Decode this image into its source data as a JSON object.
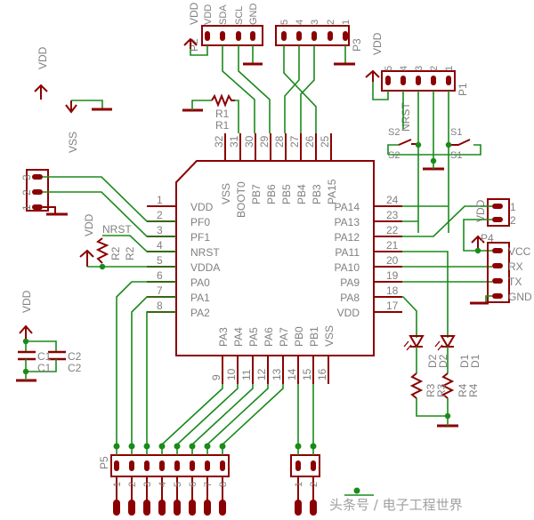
{
  "diagram": {
    "type": "schematic",
    "colors": {
      "part": "#8b0000",
      "wire": "#1a8a1a",
      "label": "#808080",
      "background": "#ffffff"
    },
    "ic": {
      "left_pins": [
        {
          "num": "1",
          "name": "VDD"
        },
        {
          "num": "2",
          "name": "PF0"
        },
        {
          "num": "3",
          "name": "PF1"
        },
        {
          "num": "4",
          "name": "NRST"
        },
        {
          "num": "5",
          "name": "VDDA"
        },
        {
          "num": "6",
          "name": "PA0"
        },
        {
          "num": "7",
          "name": "PA1"
        },
        {
          "num": "8",
          "name": "PA2"
        }
      ],
      "bottom_pins": [
        {
          "num": "9",
          "name": "PA3"
        },
        {
          "num": "10",
          "name": "PA4"
        },
        {
          "num": "11",
          "name": "PA5"
        },
        {
          "num": "12",
          "name": "PA6"
        },
        {
          "num": "13",
          "name": "PA7"
        },
        {
          "num": "14",
          "name": "PB0"
        },
        {
          "num": "15",
          "name": "PB1"
        },
        {
          "num": "16",
          "name": "VSS"
        }
      ],
      "right_pins": [
        {
          "num": "17",
          "name": "VDD"
        },
        {
          "num": "18",
          "name": "PA8"
        },
        {
          "num": "19",
          "name": "PA9"
        },
        {
          "num": "20",
          "name": "PA10"
        },
        {
          "num": "21",
          "name": "PA11"
        },
        {
          "num": "22",
          "name": "PA12"
        },
        {
          "num": "23",
          "name": "PA13"
        },
        {
          "num": "24",
          "name": "PA14"
        }
      ],
      "top_pins": [
        {
          "num": "25",
          "name": "PA15"
        },
        {
          "num": "26",
          "name": "PB3"
        },
        {
          "num": "27",
          "name": "PB4"
        },
        {
          "num": "28",
          "name": "PB5"
        },
        {
          "num": "29",
          "name": "PB6"
        },
        {
          "num": "30",
          "name": "PB7"
        },
        {
          "num": "31",
          "name": "BOOT0"
        },
        {
          "num": "32",
          "name": "VSS"
        }
      ]
    },
    "labels": {
      "vdd": "VDD",
      "vss": "VSS",
      "nrst": "NRST",
      "r1": "R1",
      "r2": "R2",
      "r3": "R3",
      "r4": "R4",
      "c1": "C1",
      "c2": "C2",
      "d1": "D1",
      "d2": "D2",
      "s1": "S1",
      "s2": "S2",
      "p1": "P1",
      "p2": "P2",
      "p3": "P3",
      "p4": "P4",
      "p5": "P5"
    },
    "p2_pins": [
      "VDD",
      "SDA",
      "SCL",
      "GND"
    ],
    "p3_pins": [
      "5",
      "4",
      "3",
      "2",
      "1"
    ],
    "p1_pins": [
      "5",
      "4",
      "3",
      "2",
      "1"
    ],
    "p4_pins": [
      "VCC",
      "RX",
      "TX",
      "GND"
    ],
    "p4_small_pins": [
      "1",
      "2"
    ],
    "left_conn_pins": [
      "3",
      "2",
      "1"
    ],
    "p5_pins": [
      "1",
      "2",
      "3",
      "4",
      "5",
      "6",
      "7",
      "8"
    ],
    "small_conn_pins": [
      "1",
      "2"
    ],
    "watermark": "头条号 / 电子工程世界"
  }
}
